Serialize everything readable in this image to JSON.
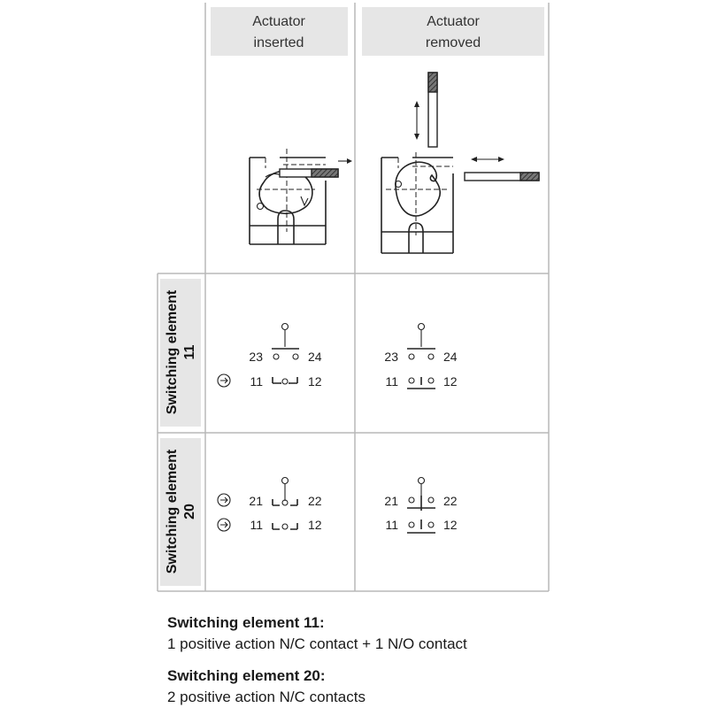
{
  "columns": [
    {
      "line1": "Actuator",
      "line2": "inserted"
    },
    {
      "line1": "Actuator",
      "line2": "removed"
    }
  ],
  "rows": [
    {
      "label_line1": "Switching element",
      "label_line2": "11",
      "inserted": {
        "no_contact": {
          "left": "23",
          "right": "24",
          "positive_action": false,
          "closed": true
        },
        "nc_contact": {
          "left": "11",
          "right": "12",
          "positive_action": true,
          "closed": false
        }
      },
      "removed": {
        "no_contact": {
          "left": "23",
          "right": "24",
          "closed": false
        },
        "nc_contact": {
          "left": "11",
          "right": "12",
          "closed": true
        }
      }
    },
    {
      "label_line1": "Switching element",
      "label_line2": "20",
      "inserted": {
        "nc_contact_1": {
          "left": "21",
          "right": "22",
          "positive_action": true,
          "closed": false
        },
        "nc_contact_2": {
          "left": "11",
          "right": "12",
          "positive_action": true,
          "closed": false
        }
      },
      "removed": {
        "nc_contact_1": {
          "left": "21",
          "right": "22",
          "closed": true
        },
        "nc_contact_2": {
          "left": "11",
          "right": "12",
          "closed": true
        }
      }
    }
  ],
  "descriptions": [
    {
      "title": "Switching element 11:",
      "text": "1 positive action N/C contact + 1 N/O contact"
    },
    {
      "title": "Switching element 20:",
      "text": "2 positive action N/C contacts"
    }
  ],
  "colors": {
    "header_fill": "#e6e6e6",
    "grid_line": "#b8b8b8",
    "ink": "#222222"
  },
  "icons": [
    "positive-action-symbol",
    "actuator-inserted-drawing",
    "actuator-removed-drawing",
    "double-arrow-icon",
    "arrow-right-icon"
  ]
}
